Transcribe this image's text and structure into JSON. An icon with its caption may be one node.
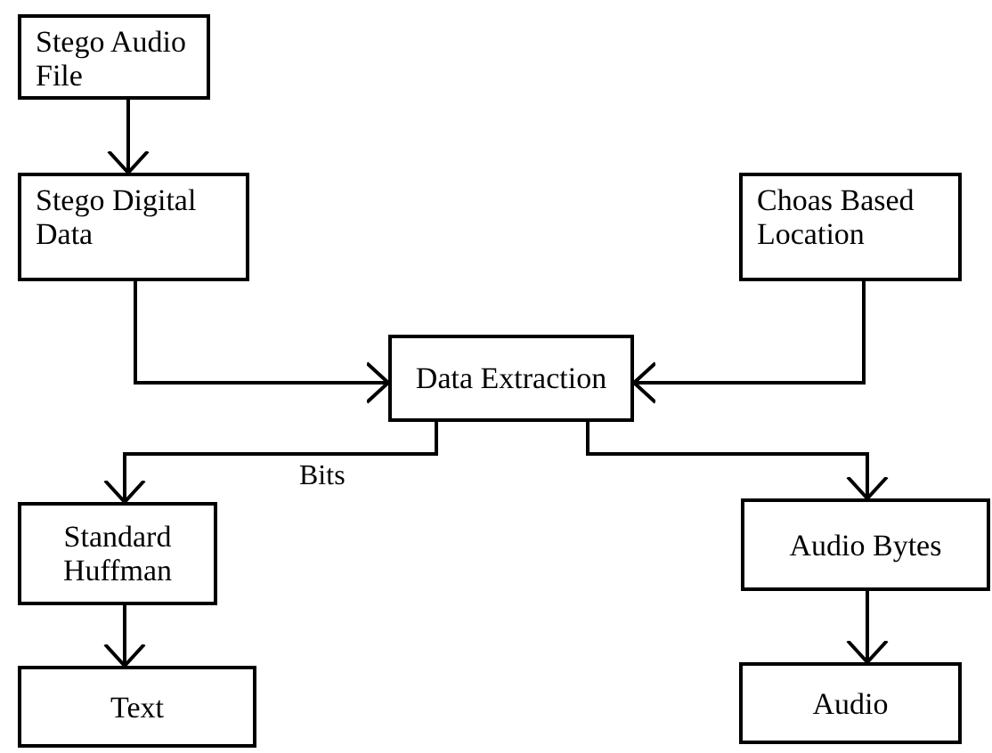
{
  "diagram": {
    "nodes": [
      {
        "text": [
          "Stego Audio File"
        ]
      },
      {
        "text": [
          "Stego Digital Data"
        ]
      },
      {
        "text": [
          "Choas Based Location"
        ]
      },
      {
        "text": [
          "Data Extraction"
        ]
      },
      {
        "text": [
          "Standard Huffman"
        ]
      },
      {
        "text": [
          "Audio Bytes"
        ]
      },
      {
        "text": [
          "Text"
        ]
      },
      {
        "text": [
          "Audio"
        ]
      }
    ],
    "edges": [
      {
        "from": 0,
        "to": 1,
        "arrow": "to"
      },
      {
        "from": 1,
        "to": 3,
        "arrow": "to"
      },
      {
        "from": 2,
        "to": 3,
        "arrow": "to"
      },
      {
        "from": 3,
        "to": 4,
        "arrow": "to",
        "label": "Bits"
      },
      {
        "from": 3,
        "to": 5,
        "arrow": "to"
      },
      {
        "from": 4,
        "to": 6,
        "arrow": "to"
      },
      {
        "from": 5,
        "to": 7,
        "arrow": "to"
      }
    ]
  }
}
